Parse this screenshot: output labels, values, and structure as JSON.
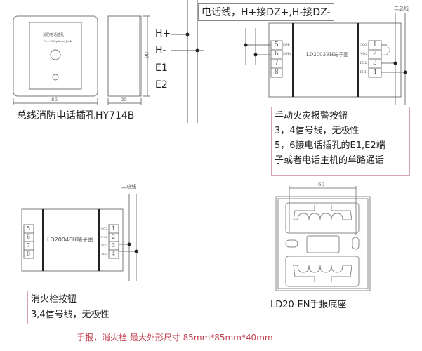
{
  "telephone_jack": {
    "caption": "总线消防电话插孔HY714B",
    "faceplate_title": "消防电话插孔",
    "faceplate_subtitle": "Fire Telephone Jack",
    "width_dim": "86",
    "depth_dim": "35",
    "height_dim": "86",
    "terminals": [
      "H+",
      "H-",
      "E1",
      "E2"
    ]
  },
  "phone_line_note": "电话线，H+接DZ+,H-接DZ-",
  "manual_alarm_module": {
    "title": "LD2003EH端子图",
    "left_terminals": [
      {
        "num": "5",
        "label": "DH-"
      },
      {
        "num": "6",
        "label": "DH+"
      },
      {
        "num": "7",
        "label": ""
      },
      {
        "num": "8",
        "label": ""
      }
    ],
    "right_terminals": [
      {
        "num": "1",
        "label": "CO2"
      },
      {
        "num": "2",
        "label": "NO2"
      },
      {
        "num": "3",
        "label": "TC2"
      },
      {
        "num": "4",
        "label": "TC1"
      }
    ],
    "bus_label": "二总线"
  },
  "manual_alarm_note": {
    "lines": [
      "手动火灾报警按钮",
      "3，4信号线，无极性",
      "5，6接电话插孔的E1,E2端",
      "子或者电话主机的单路通话"
    ]
  },
  "hydrant_module": {
    "title": "LD2004EH端子图",
    "left_terminals": [
      "5",
      "6",
      "7",
      "8"
    ],
    "right_terminals": [
      {
        "num": "1",
        "label": "CO2"
      },
      {
        "num": "2",
        "label": "NO2"
      },
      {
        "num": "3",
        "label": "TC2"
      },
      {
        "num": "4",
        "label": "TC1"
      }
    ],
    "bus_label": "二总线"
  },
  "hydrant_note": {
    "lines": [
      "消火栓按钮",
      "3,4信号线，无极性"
    ]
  },
  "base": {
    "dim": "60",
    "caption": "LD20-EN手报底座"
  },
  "footer": "手报，消火栓  最大外形尺寸   85mm*85mm*40mm",
  "colors": {
    "footer_text": "#c0404e",
    "note_border": "#d9a3ab",
    "line": "#555555"
  }
}
